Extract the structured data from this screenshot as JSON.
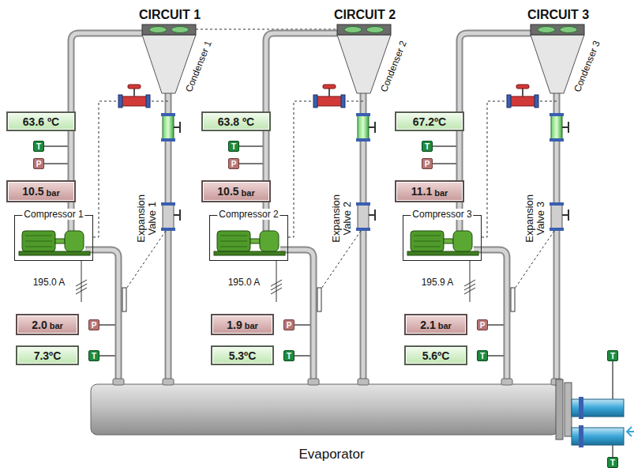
{
  "diagram": {
    "nodes": [
      {
        "text": [
          "63.6 ºC"
        ]
      },
      {
        "text": [
          "T"
        ]
      },
      {
        "text": [
          "P"
        ]
      },
      {
        "text": [
          "10.5",
          "bar"
        ]
      },
      {
        "text": [
          "Compressor 1"
        ]
      },
      {
        "text": [
          "2.0",
          "bar"
        ]
      },
      {
        "text": [
          "P"
        ]
      },
      {
        "text": [
          "7.3ºC"
        ]
      },
      {
        "text": [
          "T"
        ]
      },
      {
        "text": [
          "63.8 ºC"
        ]
      },
      {
        "text": [
          "T"
        ]
      },
      {
        "text": [
          "P"
        ]
      },
      {
        "text": [
          "10.5",
          "bar"
        ]
      },
      {
        "text": [
          "Compressor 2"
        ]
      },
      {
        "text": [
          "1.9",
          "bar"
        ]
      },
      {
        "text": [
          "P"
        ]
      },
      {
        "text": [
          "5.3ºC"
        ]
      },
      {
        "text": [
          "T"
        ]
      },
      {
        "text": [
          "67.2ºC"
        ]
      },
      {
        "text": [
          "T"
        ]
      },
      {
        "text": [
          "P"
        ]
      },
      {
        "text": [
          "11.1",
          "bar"
        ]
      },
      {
        "text": [
          "Compressor 3"
        ]
      },
      {
        "text": [
          "2.1",
          "bar"
        ]
      },
      {
        "text": [
          "P"
        ]
      },
      {
        "text": [
          "5.6ºC"
        ]
      },
      {
        "text": [
          "T"
        ]
      },
      {
        "text": [
          "T"
        ]
      },
      {
        "text": [
          "T"
        ]
      }
    ],
    "labels": [
      "CIRCUIT 1",
      "Condenser 1",
      "Expansion Valve 1",
      "195.0 A",
      "CIRCUIT 2",
      "Condenser 2",
      "Expansion Valve 2",
      "195.0 A",
      "CIRCUIT 3",
      "Condenser 3",
      "Expansion Valve 3",
      "195.9 A",
      "Evaporator"
    ]
  }
}
